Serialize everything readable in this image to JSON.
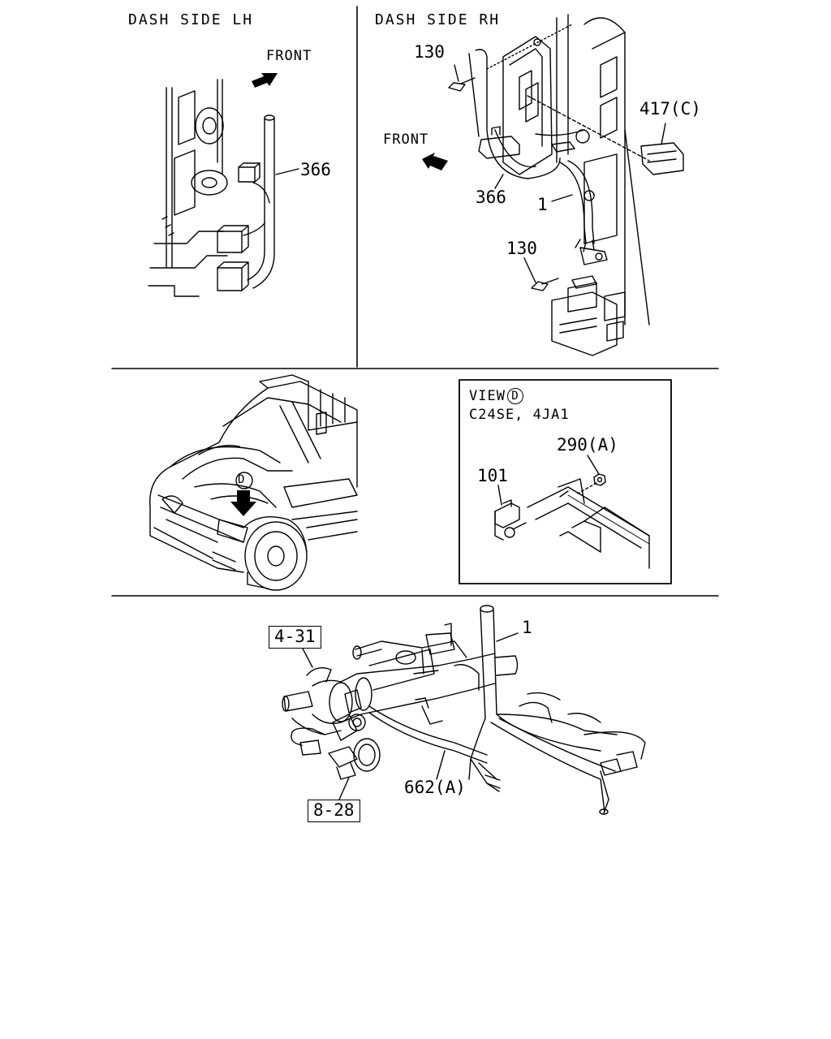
{
  "panels": {
    "dash_lh": {
      "title": "DASH SIDE LH",
      "front": "FRONT",
      "callouts": [
        "366"
      ]
    },
    "dash_rh": {
      "title": "DASH SIDE RH",
      "front": "FRONT",
      "callouts": [
        "130",
        "417(C)",
        "366",
        "1",
        "130"
      ]
    },
    "vehicle": {
      "view_marker": "D"
    },
    "view_d": {
      "view_label": "VIEW",
      "marker": "D",
      "engines": "C24SE, 4JA1",
      "callouts": [
        "290(A)",
        "101"
      ]
    },
    "steering": {
      "ref_boxes": [
        "4-31",
        "8-28"
      ],
      "callouts": [
        "1",
        "662(A)"
      ]
    }
  }
}
